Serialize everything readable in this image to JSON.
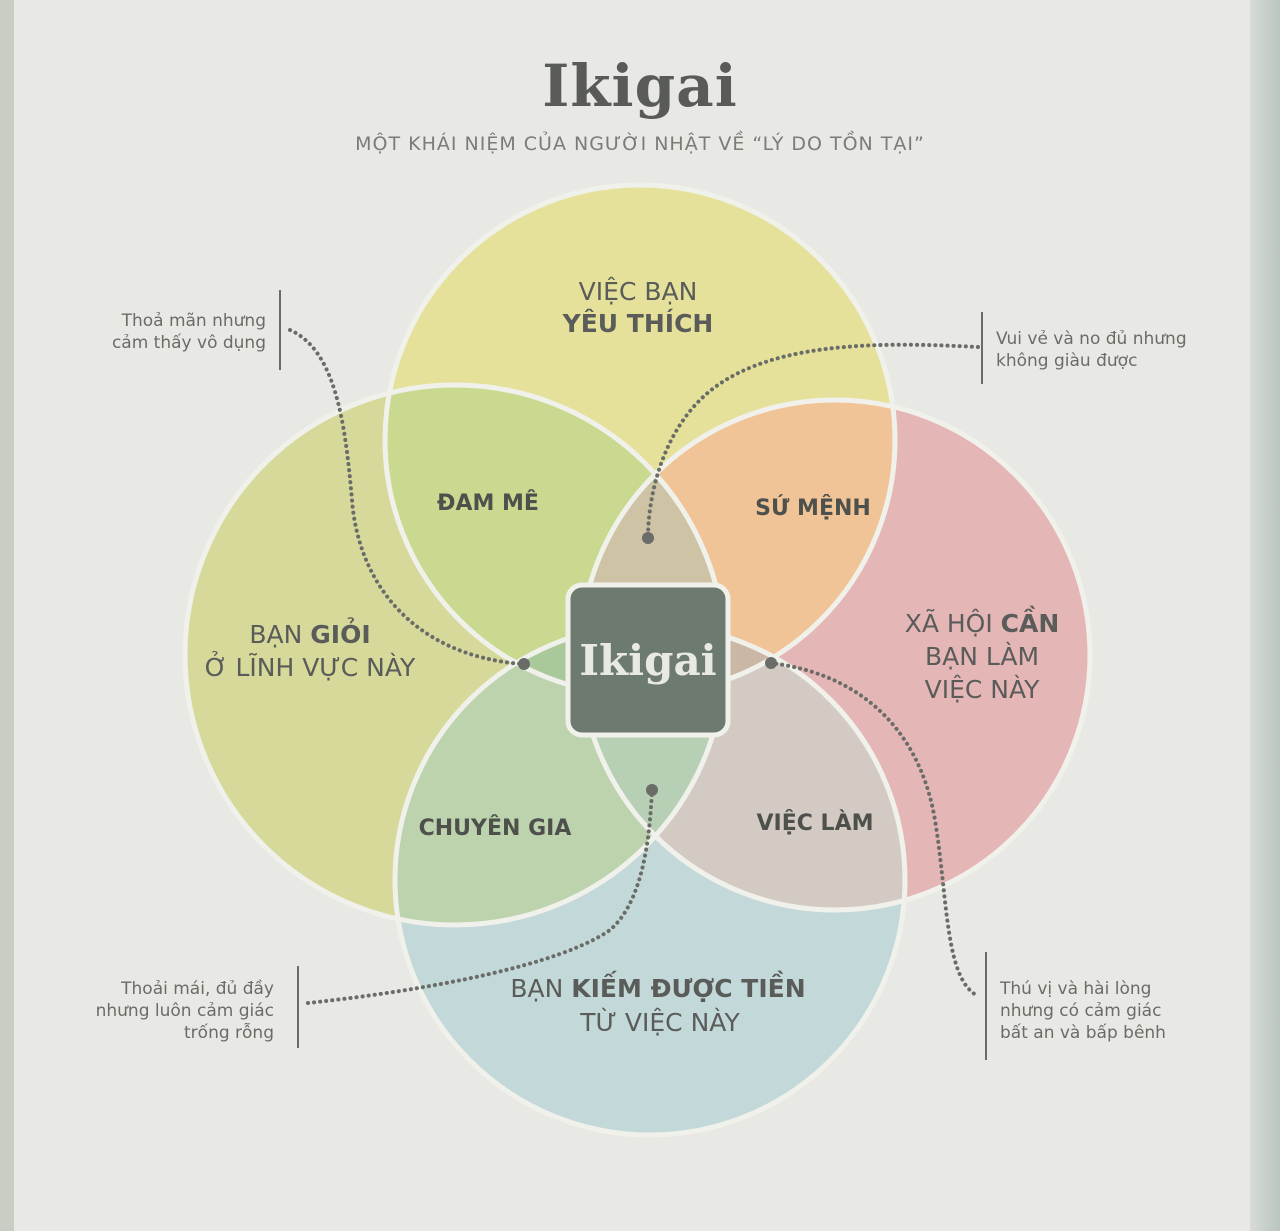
{
  "title": "Ikigai",
  "subtitle": "MỘT KHÁI NIỆM CỦA NGƯỜI NHẬT VỀ “LÝ DO TỒN TẠI”",
  "circles": {
    "top": {
      "line1": "VIỆC BẠN",
      "line2": "YÊU THÍCH",
      "color": "#e5e19a"
    },
    "left": {
      "line1_plain": "BẠN ",
      "line1_bold": "GIỎI",
      "line2": "Ở LĨNH VỰC NÀY",
      "color": "#d6d99a"
    },
    "right": {
      "line1_plain": "XÃ HỘI ",
      "line1_bold": "CẦN",
      "line2": "BẠN LÀM",
      "line3": "VIỆC NÀY",
      "color": "#e5b6b6"
    },
    "bottom": {
      "line1_plain": "BẠN ",
      "line1_bold": "KIẾM ĐƯỢC TIỀN",
      "line2": "TỪ VIỆC NÀY",
      "color": "#c3d8d8"
    }
  },
  "overlaps": {
    "passion": "ĐAM MÊ",
    "mission": "SỨ MỆNH",
    "profession": "CHUYÊN GIA",
    "vocation": "VIỆC LÀM"
  },
  "center": "Ikigai",
  "notes": {
    "top_left": [
      "Thoả mãn nhưng",
      "cảm thấy vô dụng"
    ],
    "top_right": [
      "Vui vẻ và no đủ nhưng",
      "không giàu được"
    ],
    "bottom_left": [
      "Thoải mái, đủ đầy",
      "nhưng luôn cảm giác",
      "trống rỗng"
    ],
    "bottom_right": [
      "Thú vị và hài lòng",
      "nhưng có cảm giác",
      "bất an và bấp bênh"
    ]
  },
  "colors": {
    "passion": "#c9d98f",
    "mission": "#f0c496",
    "profession": "#bcd3ad",
    "vocation": "#d3cbc3",
    "top_tri": "#cfc3a6",
    "left_tri": "#a9c99a",
    "right_tri": "#cbb7a6",
    "bottom_tri": "#b7cfb4",
    "center_box": "#6c7a70",
    "outline": "#f1f1ec",
    "dots": "#6a6c68"
  }
}
